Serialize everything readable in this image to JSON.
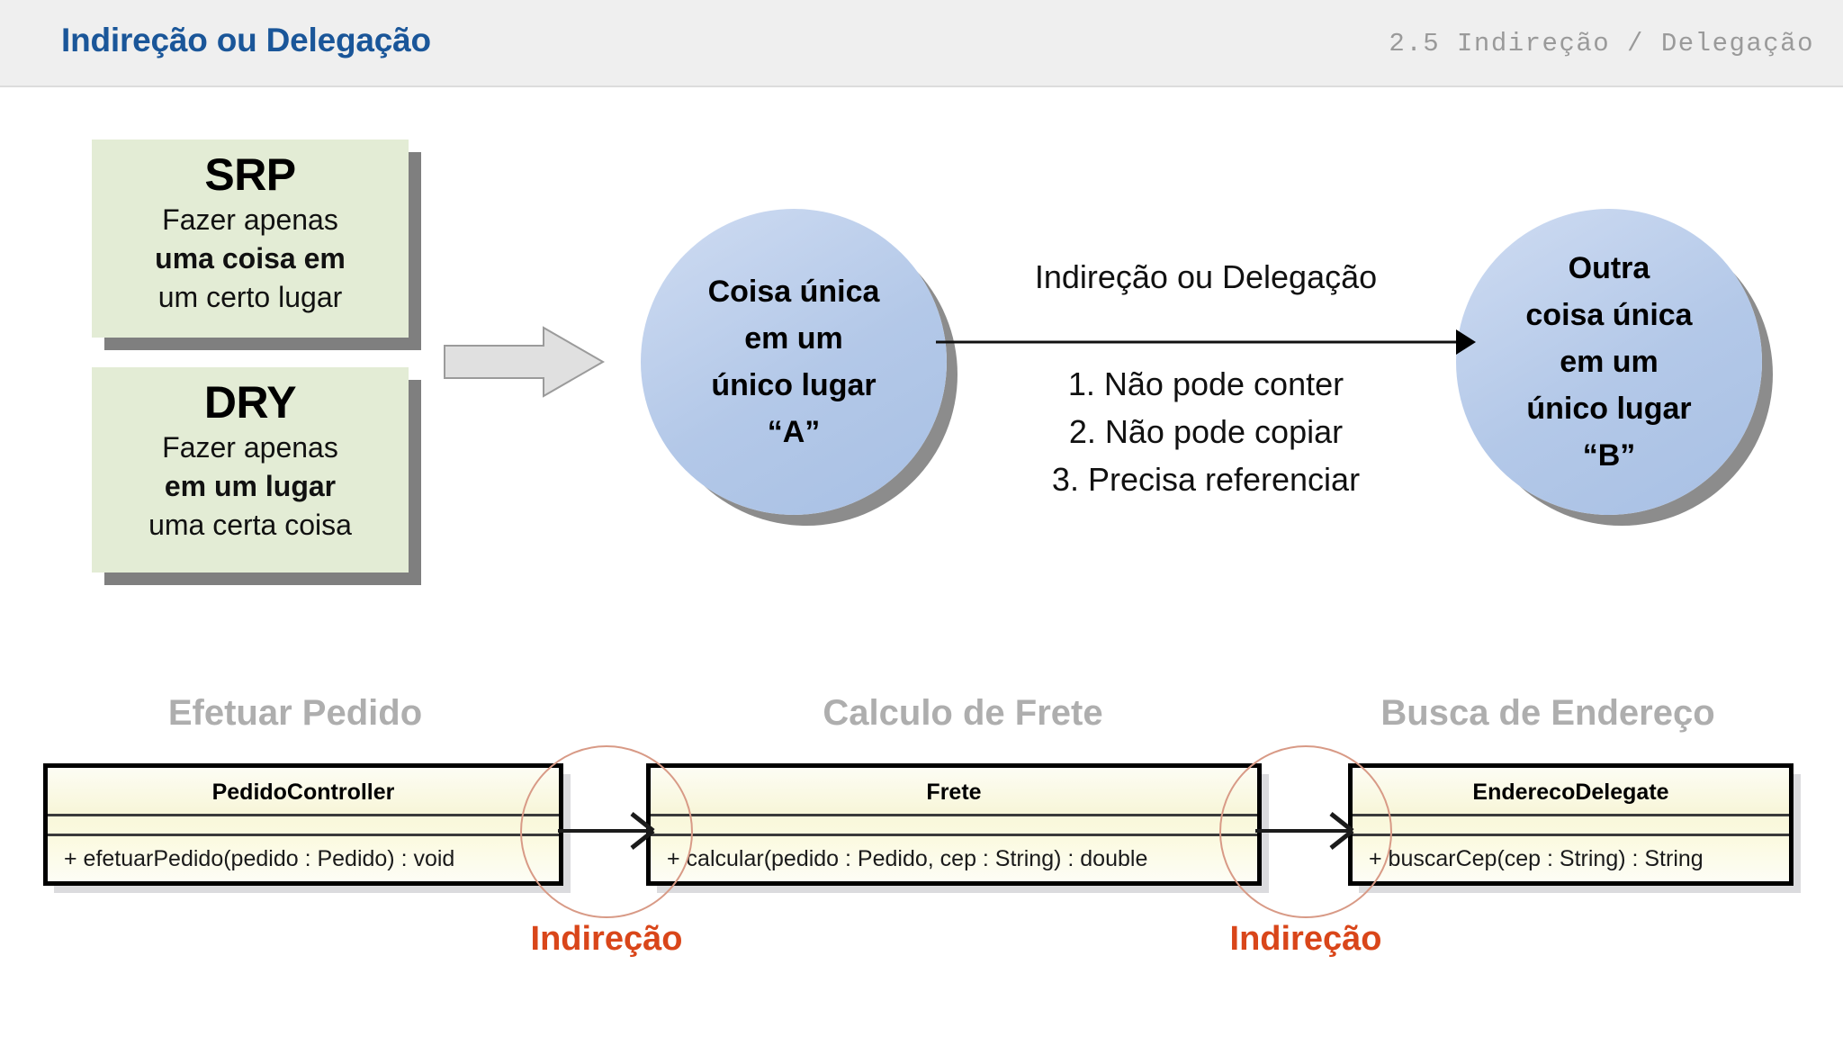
{
  "header": {
    "title": "Indireção ou Delegação",
    "breadcrumb": "2.5 Indireção / Delegação",
    "title_color": "#1a5699",
    "breadcrumb_color": "#9a9a9a",
    "background": "#efefef"
  },
  "principles": [
    {
      "acronym": "SRP",
      "lines": [
        {
          "text": "Fazer apenas",
          "bold": false
        },
        {
          "text": "uma coisa em",
          "bold": true
        },
        {
          "text": "um certo lugar",
          "bold": false
        }
      ]
    },
    {
      "acronym": "DRY",
      "lines": [
        {
          "text": "Fazer apenas",
          "bold": false
        },
        {
          "text": "em um lugar",
          "bold": true
        },
        {
          "text": "uma certa coisa",
          "bold": false
        }
      ]
    }
  ],
  "card_colors": {
    "fill": "#e3ecd5",
    "shadow": "#7f7f7f"
  },
  "concept": {
    "circle_a": "Coisa única\nem um\núnico lugar\n“A”",
    "circle_a_lines": [
      "Coisa única",
      "em um",
      "único lugar",
      "“A”"
    ],
    "circle_b_lines": [
      "Outra",
      "coisa única",
      "em um",
      "único lugar",
      "“B”"
    ],
    "relation_caption": "Indireção ou Delegação",
    "rules": [
      "1. Não pode conter",
      "2. Não pode copiar",
      "3. Precisa referenciar"
    ],
    "circle_fill": "#b3c8e8",
    "circle_shadow": "#787878"
  },
  "uml": {
    "groups": [
      {
        "title": "Efetuar Pedido"
      },
      {
        "title": "Calculo de Frete"
      },
      {
        "title": "Busca de Endereço"
      }
    ],
    "classes": [
      {
        "name": "PedidoController",
        "attributes": [],
        "methods": [
          "+ efetuarPedido(pedido : Pedido) : void"
        ]
      },
      {
        "name": "Frete",
        "attributes": [],
        "methods": [
          "+ calcular(pedido : Pedido, cep : String) : double"
        ]
      },
      {
        "name": "EnderecoDelegate",
        "attributes": [],
        "methods": [
          "+ buscarCep(cep : String) : String"
        ]
      }
    ],
    "indirection_labels": [
      "Indireção",
      "Indireção"
    ],
    "class_fill": "#f8f6da",
    "class_border": "#000000",
    "group_title_color": "#aeaeae",
    "highlight_ring_color": "#d89a86",
    "indirection_color": "#d9461a"
  }
}
